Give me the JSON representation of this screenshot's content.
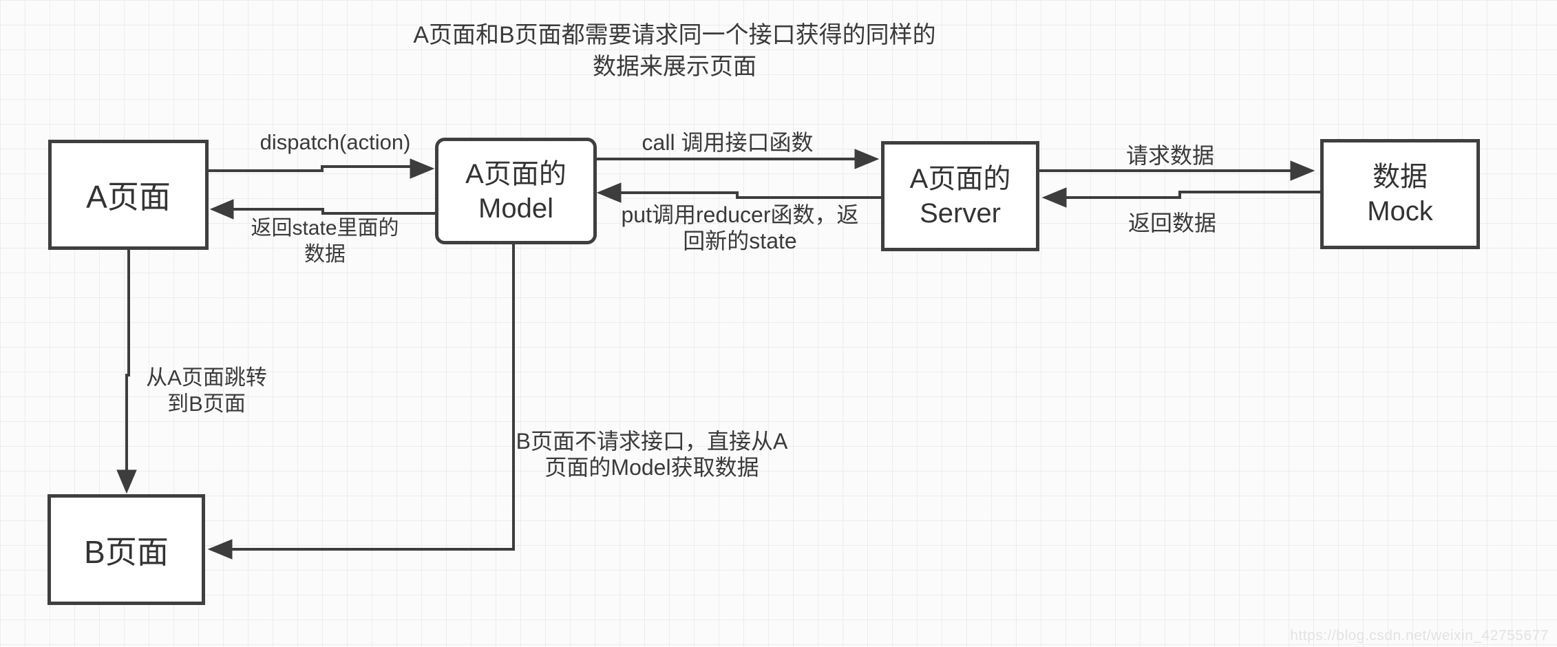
{
  "title": {
    "line1": "A页面和B页面都需要请求同一个接口获得的同样的",
    "line2": "数据来展示页面"
  },
  "nodes": {
    "page_a": {
      "label": "A页面"
    },
    "model_a": {
      "line1": "A页面的",
      "line2": "Model"
    },
    "server_a": {
      "line1": "A页面的",
      "line2": "Server"
    },
    "mock": {
      "line1": "数据",
      "line2": "Mock"
    },
    "page_b": {
      "label": "B页面"
    }
  },
  "edges": {
    "dispatch": {
      "label": "dispatch(action)"
    },
    "return_state": {
      "line1": "返回state里面的",
      "line2": "数据"
    },
    "call": {
      "label": "call 调用接口函数"
    },
    "put": {
      "line1": "put调用reducer函数，返",
      "line2": "回新的state"
    },
    "request_data": {
      "label": "请求数据"
    },
    "return_data": {
      "label": "返回数据"
    },
    "jump_a_to_b": {
      "line1": "从A页面跳转",
      "line2": "到B页面"
    },
    "b_from_model": {
      "line1": "B页面不请求接口，直接从A",
      "line2": "页面的Model获取数据"
    }
  },
  "watermark": "https://blog.csdn.net/weixin_42755677",
  "colors": {
    "stroke": "#3d3d3d",
    "text": "#333333",
    "background": "#fbfbfb",
    "grid": "#ececec",
    "watermark": "#e2e2e2"
  }
}
